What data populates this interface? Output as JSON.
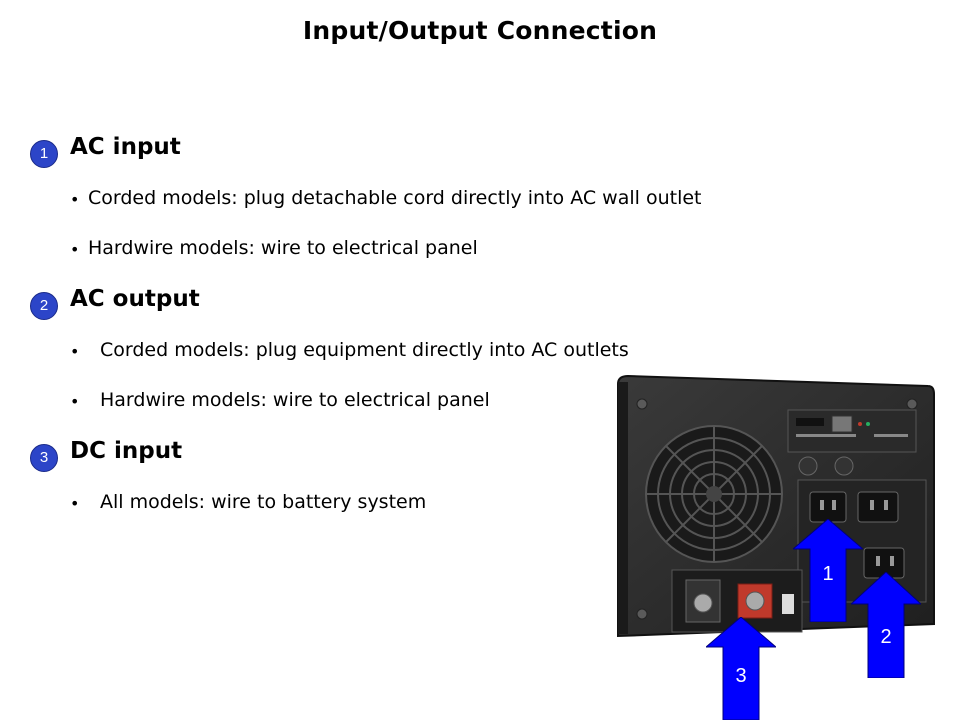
{
  "title": "Input/Output Connection",
  "sections": [
    {
      "number": "1",
      "heading": "AC input",
      "bullets": [
        "Corded models: plug detachable cord directly into AC wall outlet",
        "Hardwire models: wire to electrical panel"
      ]
    },
    {
      "number": "2",
      "heading": "AC output",
      "bullets": [
        "Corded models: plug equipment directly into AC outlets",
        "Hardwire models: wire to electrical panel"
      ]
    },
    {
      "number": "3",
      "heading": "DC input",
      "bullets": [
        "All models: wire to battery system"
      ]
    }
  ],
  "bullet_glyph": "•",
  "callouts": [
    {
      "label": "1",
      "color": "#0000ff"
    },
    {
      "label": "2",
      "color": "#0000ff"
    },
    {
      "label": "3",
      "color": "#0000ff"
    }
  ],
  "colors": {
    "badge": "#2c45c8",
    "arrow": "#0000ff",
    "device_body": "#2a2a2a"
  }
}
